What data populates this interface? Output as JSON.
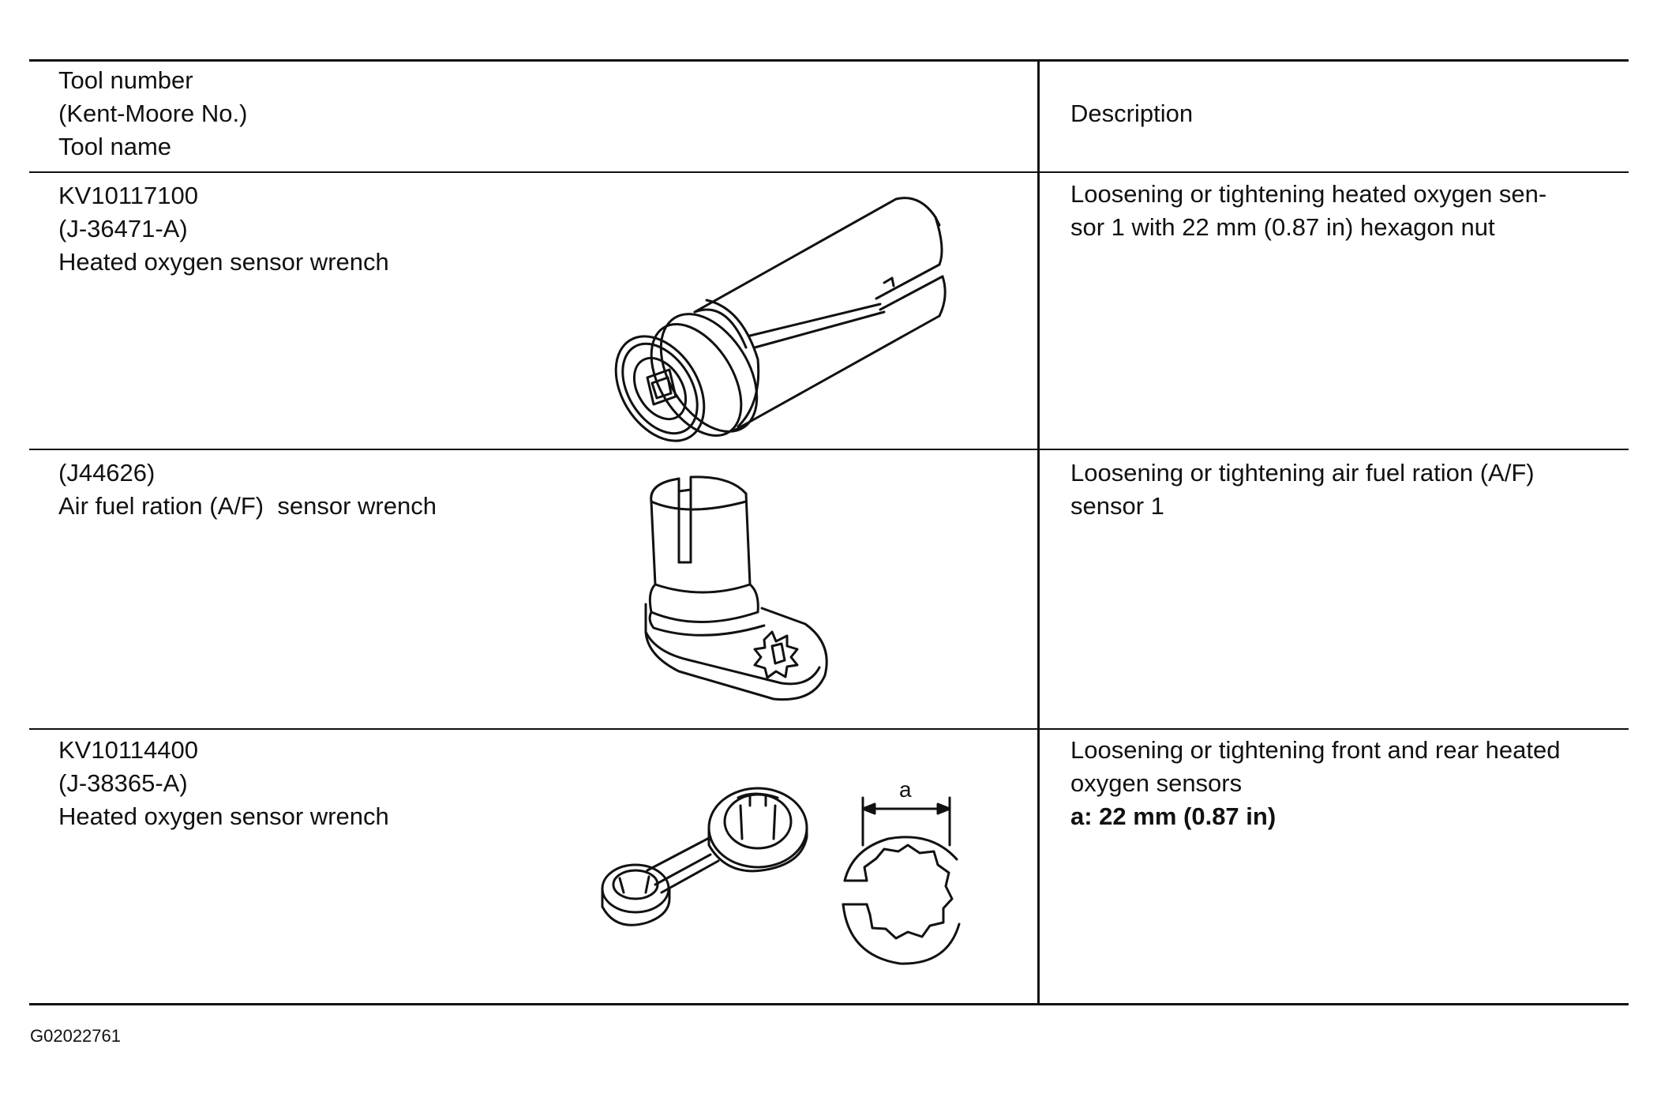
{
  "header": {
    "col1_line1": "Tool number",
    "col1_line2": "(Kent-Moore No.)",
    "col1_line3": "Tool name",
    "col2": "Description"
  },
  "rows": [
    {
      "tool_number": "KV10117100",
      "kent_moore": "(J-36471-A)",
      "tool_name": "Heated oxygen sensor wrench",
      "description_lines": [
        "Loosening or tightening heated oxygen sen-",
        "sor 1 with 22 mm (0.87 in) hexagon nut"
      ],
      "figure_icon": "socket-wrench-icon"
    },
    {
      "kent_moore": "(J44626)",
      "tool_name": "Air fuel ration (A/F)  sensor wrench",
      "description_lines": [
        "Loosening or tightening air fuel ration (A/F)",
        "sensor 1"
      ],
      "figure_icon": "offset-sensor-wrench-icon"
    },
    {
      "tool_number": "KV10114400",
      "kent_moore": "(J-38365-A)",
      "tool_name": "Heated oxygen sensor wrench",
      "description_lines": [
        "Loosening or tightening front and rear heated",
        "oxygen sensors"
      ],
      "description_spec": "a: 22 mm (0.87 in)",
      "figure_icon": "flare-nut-wrench-icon",
      "dimension_label": "a"
    }
  ],
  "footer": {
    "figure_code": "G02022761"
  }
}
